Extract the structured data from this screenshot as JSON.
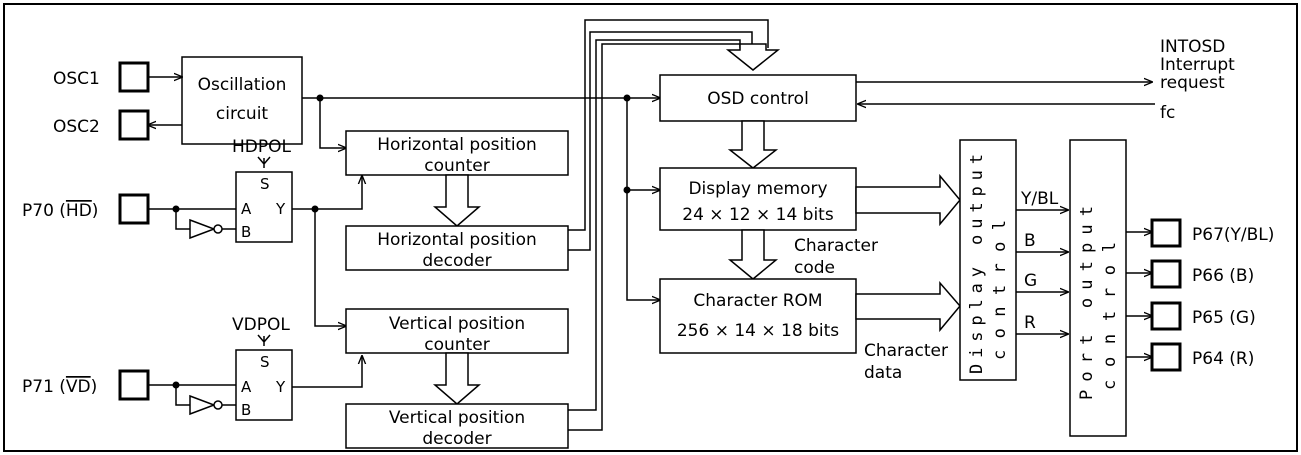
{
  "pins": {
    "osc1": "OSC1",
    "osc2": "OSC2",
    "p70": "P70 (",
    "p70_sig": "HD",
    "p70_close": ")",
    "p71": "P71 (",
    "p71_sig": "VD",
    "p71_close": ")",
    "p67": "P67(Y/BL)",
    "p66": "P66 (B)",
    "p65": "P65 (G)",
    "p64": "P64 (R)"
  },
  "blocks": {
    "osc_line1": "Oscillation",
    "osc_line2": "circuit",
    "hcount_line1": "Horizontal position",
    "hcount_line2": "counter",
    "hdec_line1": "Horizontal position",
    "hdec_line2": "decoder",
    "vcount_line1": "Vertical position",
    "vcount_line2": "counter",
    "vdec_line1": "Vertical position",
    "vdec_line2": "decoder",
    "osd_control": "OSD control",
    "dispmem_line1": "Display memory",
    "dispmem_line2": "24 × 12 × 14 bits",
    "charrom_line1": "Character ROM",
    "charrom_line2": "256 × 14 × 18 bits",
    "display_output_line1": "Display output",
    "display_output_line2": "control",
    "port_output_line1": "Port output",
    "port_output_line2": "control"
  },
  "mux": {
    "hdpol": "HDPOL",
    "vdpol": "VDPOL",
    "s": "S",
    "a": "A",
    "b": "B",
    "y": "Y"
  },
  "labels": {
    "intosd": "INTOSD",
    "interrupt": "Interrupt",
    "request": "request",
    "fc": "fc",
    "char_code_line1": "Character",
    "char_code_line2": "code",
    "char_data_line1": "Character",
    "char_data_line2": "data",
    "sig_ybl": "Y/BL",
    "sig_b": "B",
    "sig_g": "G",
    "sig_r": "R"
  }
}
